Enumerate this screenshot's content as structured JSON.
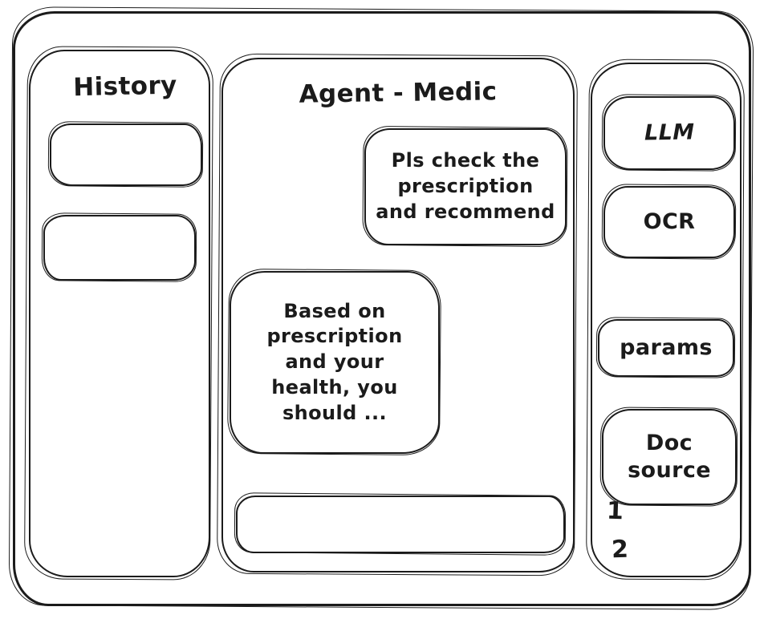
{
  "history": {
    "title": "History",
    "items": [
      "",
      ""
    ]
  },
  "chat": {
    "title": "Agent - Medic",
    "messages": [
      {
        "role": "user",
        "text": "Pls check the prescription and recommend"
      },
      {
        "role": "agent",
        "text": "Based on prescription and your health, you should ..."
      }
    ],
    "input": {
      "value": ""
    }
  },
  "tools": {
    "items": [
      {
        "label": "LLM"
      },
      {
        "label": "OCR"
      },
      {
        "label": "params"
      },
      {
        "label": "Doc source"
      }
    ],
    "doc_source_items": [
      "1",
      "2"
    ]
  },
  "colors": {
    "stroke": "#1b1b1b",
    "background": "#ffffff"
  }
}
